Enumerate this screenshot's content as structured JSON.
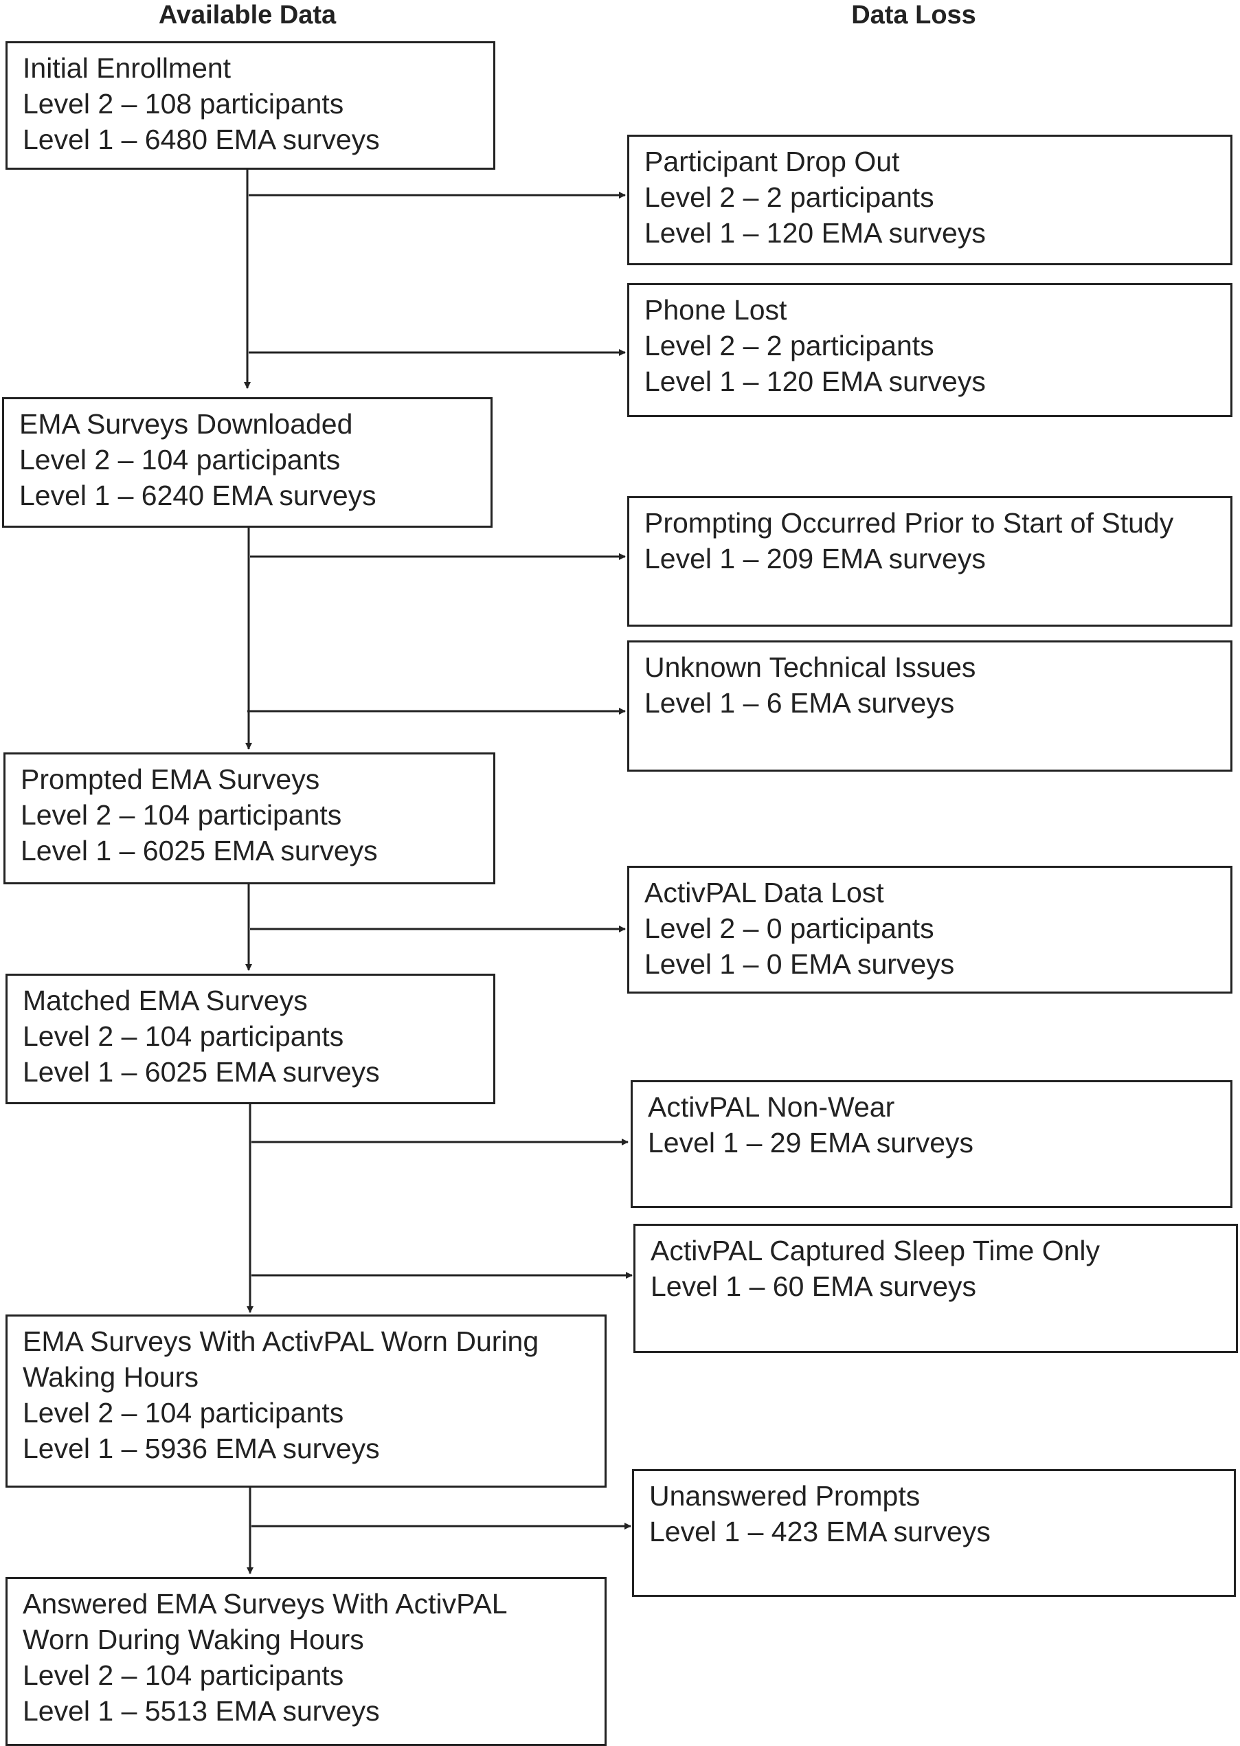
{
  "headers": {
    "available": "Available Data",
    "loss": "Data Loss"
  },
  "available": [
    {
      "lines": [
        "Initial Enrollment",
        "Level 2 – 108 participants",
        "Level 1 – 6480 EMA surveys"
      ]
    },
    {
      "lines": [
        "EMA Surveys  Downloaded",
        "Level 2 – 104 participants",
        "Level 1 – 6240 EMA surveys"
      ]
    },
    {
      "lines": [
        "Prompted EMA Surveys",
        "Level 2 – 104 participants",
        "Level 1 – 6025 EMA surveys"
      ]
    },
    {
      "lines": [
        "Matched  EMA Surveys",
        "Level 2 – 104 participants",
        "Level 1 – 6025 EMA surveys"
      ]
    },
    {
      "lines": [
        "EMA Surveys  With ActivPAL Worn During",
        "Waking Hours",
        "Level 2 – 104 participants",
        "Level 1 – 5936 EMA surveys"
      ]
    },
    {
      "lines": [
        "Answered EMA Surveys  With ActivPAL",
        "Worn During Waking Hours",
        "Level 2 – 104 participants",
        "Level 1 – 5513 EMA surveys"
      ]
    }
  ],
  "loss": [
    {
      "lines": [
        "Participant Drop Out",
        "Level 2 – 2 participants",
        "Level 1 – 120 EMA surveys"
      ]
    },
    {
      "lines": [
        "Phone Lost",
        "Level 2 – 2 participants",
        "Level 1 – 120 EMA surveys"
      ]
    },
    {
      "lines": [
        "Prompting Occurred Prior to Start  of Study",
        "Level 1 – 209 EMA surveys"
      ]
    },
    {
      "lines": [
        "Unknown  Technical Issues",
        "Level 1 – 6 EMA surveys"
      ]
    },
    {
      "lines": [
        "ActivPAL Data Lost",
        "Level 2 – 0 participants",
        "Level 1 – 0 EMA surveys"
      ]
    },
    {
      "lines": [
        "ActivPAL Non-Wear",
        "Level 1 – 29 EMA surveys"
      ]
    },
    {
      "lines": [
        "ActivPAL Captured Sleep Time  Only",
        "Level 1 –  60 EMA surveys"
      ]
    },
    {
      "lines": [
        "Unanswered  Prompts",
        "Level 1 – 423 EMA surveys"
      ]
    }
  ]
}
